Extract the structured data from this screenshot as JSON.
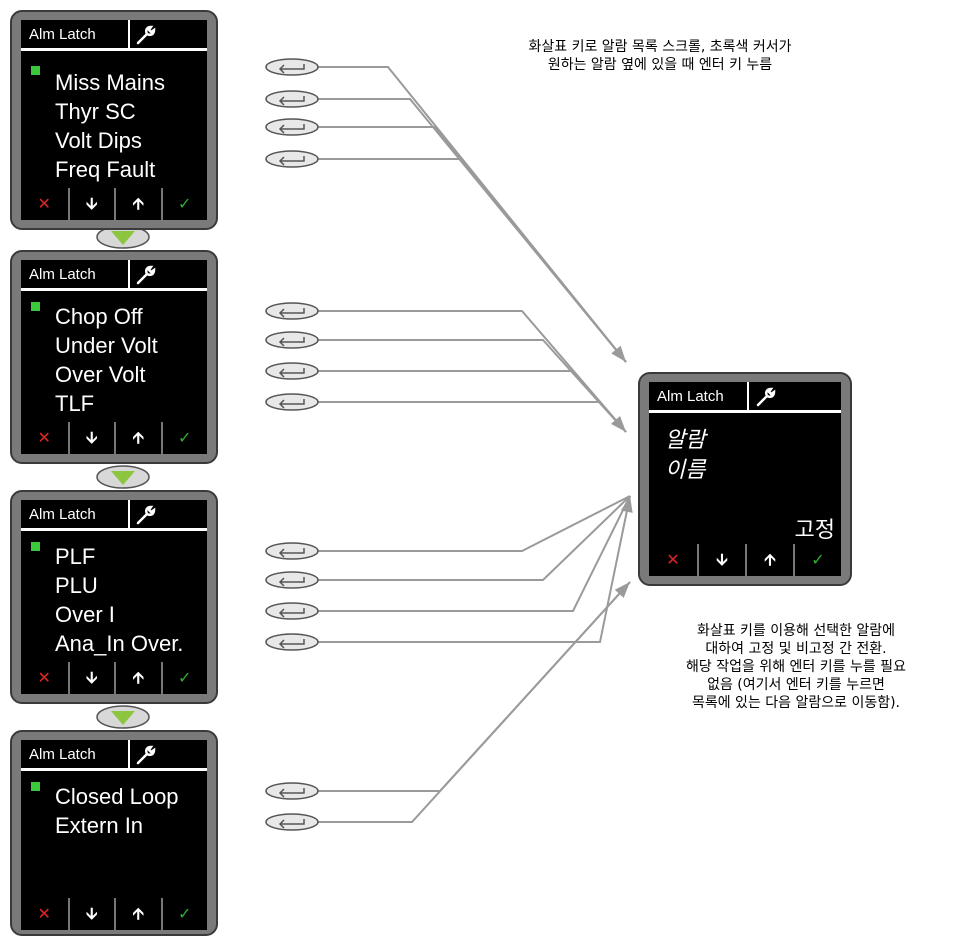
{
  "colors": {
    "cursor": "#3cc83c",
    "cancel": "#e02424",
    "confirm": "#2fae2f",
    "bezel": "#7a7a7a",
    "wire": "#9a9a9a",
    "tri": "#8cc63f"
  },
  "screen_title": "Alm Latch",
  "buttons": {
    "cancel": "✕",
    "down": "🡫",
    "up": "🡩",
    "confirm": "✓"
  },
  "icons": {
    "settings": "wrench-icon",
    "key": "enter-key-icon",
    "next": "green-triangle-icon"
  },
  "panels": [
    {
      "items": [
        "Miss Mains",
        "Thyr SC",
        "Volt Dips",
        "Freq Fault"
      ]
    },
    {
      "items": [
        "Chop Off",
        "Under Volt",
        "Over Volt",
        "TLF"
      ]
    },
    {
      "items": [
        "PLF",
        "PLU",
        "Over I",
        "Ana_In Over."
      ]
    },
    {
      "items": [
        "Closed Loop",
        "Extern In"
      ]
    }
  ],
  "detail": {
    "alarm_name": [
      "알람",
      "이름"
    ],
    "status": "고정"
  },
  "notes": {
    "top": [
      "화살표 키로 알람 목록 스크롤, 초록색 커서가",
      "원하는 알람 옆에 있을 때 엔터 키 누름"
    ],
    "bottom": [
      "화살표 키를 이용해 선택한 알람에",
      "대하여 고정 및 비고정 간 전환.",
      "해당 작업을 위해 엔터 키를 누를 필요",
      "없음 (여기서 엔터 키를 누르면",
      "목록에 있는 다음 알람으로 이동함)."
    ]
  }
}
